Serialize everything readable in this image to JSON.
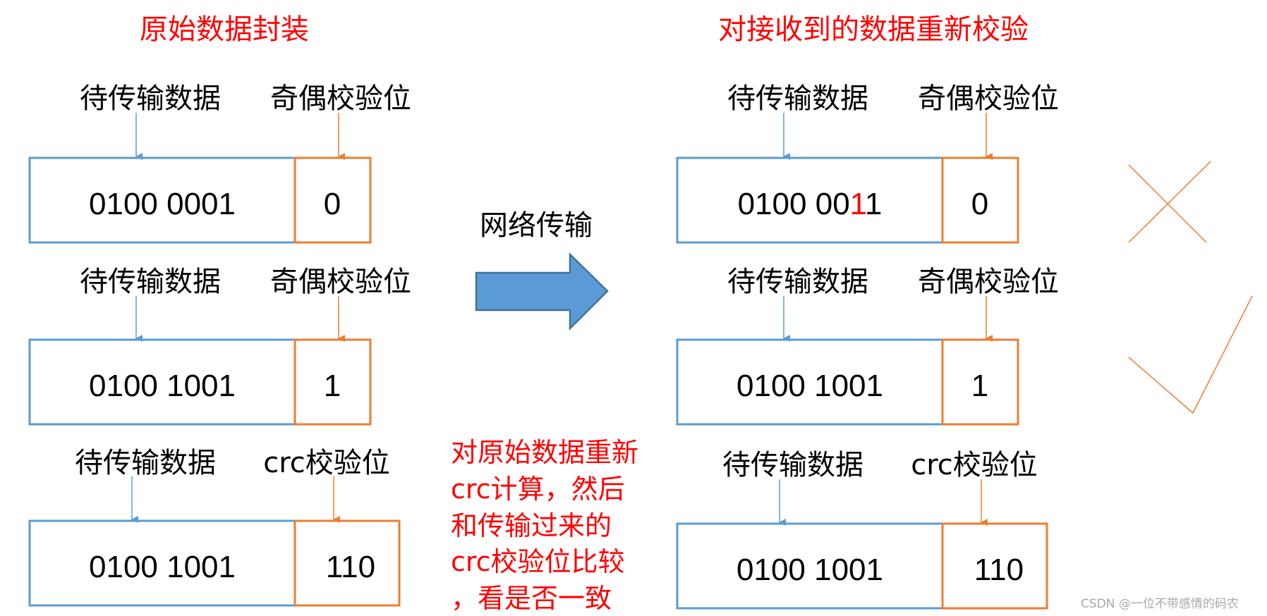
{
  "left": {
    "title": "原始数据封装",
    "rows": [
      {
        "data_label": "待传输数据",
        "check_label": "奇偶校验位",
        "data_value": "0100 0001",
        "check_value": "0"
      },
      {
        "data_label": "待传输数据",
        "check_label": "奇偶校验位",
        "data_value": "0100 1001",
        "check_value": "1"
      },
      {
        "data_label": "待传输数据",
        "check_label": "crc校验位",
        "data_value": "0100 1001",
        "check_value": "110"
      }
    ]
  },
  "middle": {
    "arrow_label": "网络传输",
    "note_lines": [
      "对原始数据重新",
      "crc计算，然后",
      "和传输过来的",
      "crc校验位比较",
      "，看是否一致"
    ]
  },
  "right": {
    "title": "对接收到的数据重新校验",
    "rows": [
      {
        "data_label": "待传输数据",
        "check_label": "奇偶校验位",
        "data_value_prefix": "0100 00",
        "data_value_error": "1",
        "data_value_suffix": "1",
        "check_value": "0"
      },
      {
        "data_label": "待传输数据",
        "check_label": "奇偶校验位",
        "data_value": "0100 1001",
        "check_value": "1"
      },
      {
        "data_label": "待传输数据",
        "check_label": "crc校验位",
        "data_value": "0100 1001",
        "check_value": "110"
      }
    ]
  },
  "marks": {
    "cross": "cross-mark-icon",
    "check": "check-mark-icon"
  },
  "colors": {
    "title_red": "#ff0000",
    "blue": "#5b9bd5",
    "orange": "#ed7d31",
    "arrow_fill": "#5b9bd5",
    "arrow_stroke": "#41719c",
    "text": "#000000"
  },
  "watermark": "CSDN @一位不带感情的码农"
}
